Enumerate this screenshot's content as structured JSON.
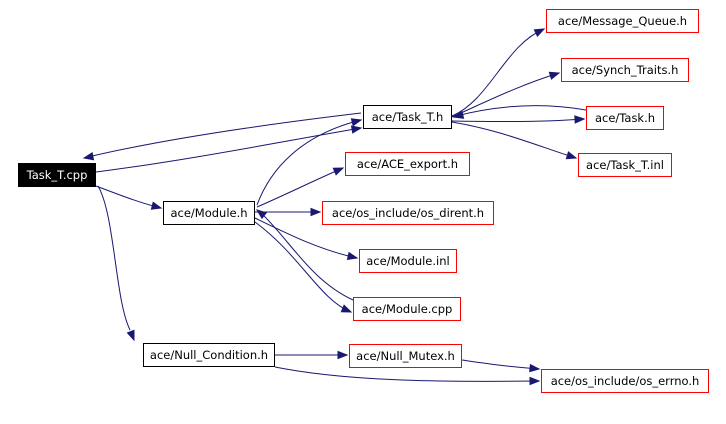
{
  "nodes": {
    "task_t_cpp": "Task_T.cpp",
    "task_t_h": "ace/Task_T.h",
    "message_queue_h": "ace/Message_Queue.h",
    "synch_traits_h": "ace/Synch_Traits.h",
    "task_h": "ace/Task.h",
    "task_t_inl": "ace/Task_T.inl",
    "ace_export_h": "ace/ACE_export.h",
    "module_h": "ace/Module.h",
    "os_dirent_h": "ace/os_include/os_dirent.h",
    "module_inl": "ace/Module.inl",
    "module_cpp": "ace/Module.cpp",
    "null_condition_h": "ace/Null_Condition.h",
    "null_mutex_h": "ace/Null_Mutex.h",
    "os_errno_h": "ace/os_include/os_errno.h"
  },
  "colors": {
    "edge": "#191970",
    "external_border": "#ff0000",
    "root_fill": "#000000"
  }
}
